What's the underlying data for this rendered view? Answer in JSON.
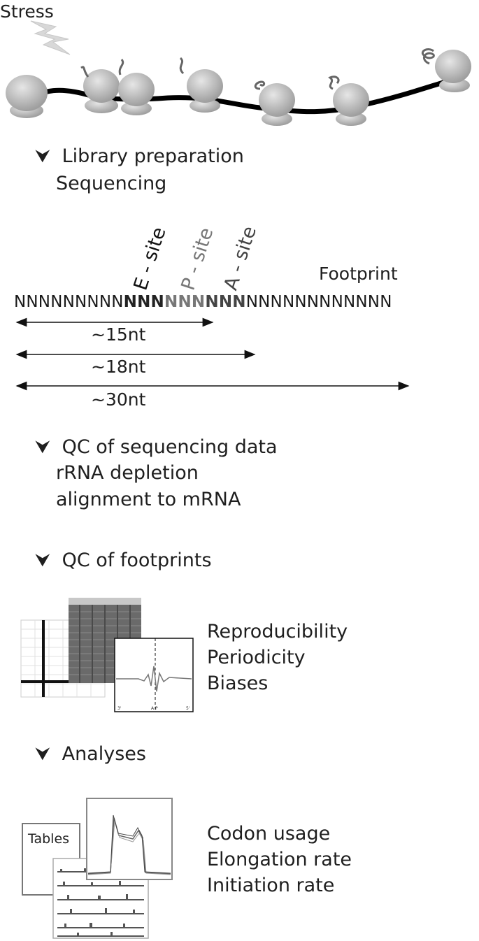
{
  "stress_label": "Stress",
  "steps": {
    "library": [
      "Library preparation",
      "Sequencing"
    ],
    "qc_seq": [
      "QC of sequencing data",
      "rRNA depletion",
      "alignment to mRNA"
    ],
    "qc_fp": [
      "QC of footprints"
    ],
    "analyses": [
      "Analyses"
    ]
  },
  "sites": {
    "e": "E - site",
    "p": "P - site",
    "a": "A - site"
  },
  "footprint_label": "Footprint",
  "sequence": {
    "pre": "NNNNNNNNN",
    "e": "NNN",
    "p": "NNN",
    "a": "NNN",
    "post": "NNNNNNNNNNNN"
  },
  "lengths": [
    "~15nt",
    "~18nt",
    "~30nt"
  ],
  "qc_fp_items": [
    "Reproducibility",
    "Periodicity",
    "Biases"
  ],
  "analyses_items": [
    "Codon usage",
    "Elongation rate",
    "Initiation rate"
  ],
  "thumbnails": {
    "tables_label": "Tables",
    "meta_axis_left": "3'",
    "meta_axis_mid": "A P",
    "meta_axis_right": "5'"
  },
  "colors": {
    "ribosome": "#bdbdbd",
    "mrna": "#000000",
    "arrow": "#111111"
  }
}
